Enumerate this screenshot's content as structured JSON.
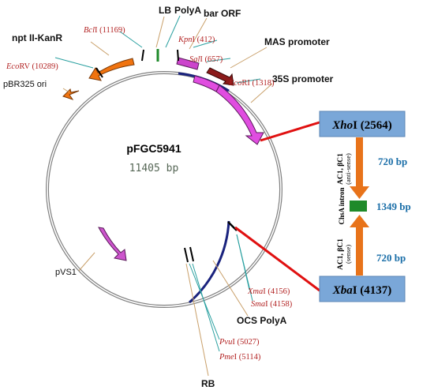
{
  "plasmid": {
    "name": "pFGC5941",
    "size": "11405 bp"
  },
  "features": {
    "lb": "LB",
    "polya": "PolyA",
    "bar_orf": "bar ORF",
    "mas_promoter": "MAS promoter",
    "promoter_35s": "35S promoter",
    "nptII": "npt II-KanR",
    "pbr325_ori": "pBR325 ori",
    "pvs1": "pVS1",
    "ocs_polya": "OCS PolyA",
    "rb": "RB"
  },
  "sites": {
    "bcl1": {
      "enzyme": "Bcl",
      "numeral": "I",
      "position": "(11169)"
    },
    "kpn1": {
      "enzyme": "Kpn",
      "numeral": "I",
      "position": "(412)"
    },
    "sal1": {
      "enzyme": "Sal",
      "numeral": "I",
      "position": "(657)"
    },
    "ecori": {
      "enzyme": "Eco",
      "numeral": "RI",
      "position": "(1318)"
    },
    "ecorv": {
      "enzyme": "Eco",
      "numeral": "RV",
      "position": "(10289)"
    },
    "xma1": {
      "enzyme": "Xma",
      "numeral": "I",
      "position": "(4156)"
    },
    "sma1": {
      "enzyme": "Sma",
      "numeral": "I",
      "position": "(4158)"
    },
    "pvu1": {
      "enzyme": "Pvu",
      "numeral": "I",
      "position": "(5027)"
    },
    "pme1": {
      "enzyme": "Pme",
      "numeral": "I",
      "position": "(5114)"
    }
  },
  "insert": {
    "xhoi": {
      "enzyme": "Xho",
      "numeral": "I",
      "position": "(2564)"
    },
    "xbai": {
      "enzyme": "Xba",
      "numeral": "I",
      "position": "(4137)"
    },
    "antisense": {
      "line1": "AC1, βC1",
      "line2": "(anti-sense)",
      "size": "720 bp"
    },
    "intron": {
      "label": "ChsA intron",
      "size": "1349 bp"
    },
    "sense": {
      "line1": "AC1, βC1",
      "line2": "(sense)",
      "size": "720 bp"
    }
  },
  "colors": {
    "promoter_35s": "#e04de0",
    "bar_orf": "#cc44cc",
    "mas_promoter": "#8b1a1a",
    "nptII": "#f0730f",
    "pvs1": "#cc55cc",
    "insert_box": "#7aa7d8",
    "insert_arrow": "#e8731a",
    "intron": "#1f8a2a",
    "red_line": "#e01010",
    "site_text": "#b22222",
    "size_text": "#1a6ea8",
    "teal_leader": "#2aa0a0"
  }
}
